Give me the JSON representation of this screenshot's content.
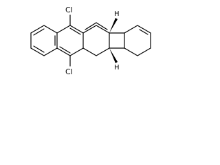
{
  "molecule": {
    "atoms": {
      "cl_top": "Cl",
      "cl_bottom": "Cl",
      "h_top": "H",
      "h_bottom": "H"
    },
    "colors": {
      "bond": "#000000",
      "background": "#ffffff"
    }
  }
}
